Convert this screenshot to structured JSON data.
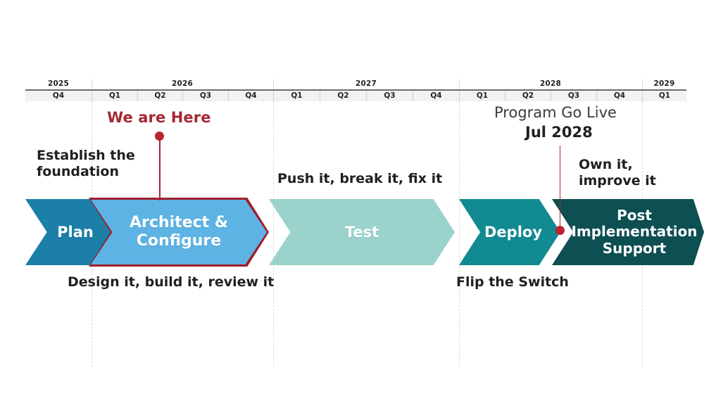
{
  "chart_data": {
    "type": "timeline",
    "title": "",
    "axis": {
      "start": "2025-Q4",
      "end": "2029-Q1",
      "grid": true,
      "years": [
        {
          "label": "2025",
          "quarters": [
            "Q4"
          ]
        },
        {
          "label": "2026",
          "quarters": [
            "Q1",
            "Q2",
            "Q3",
            "Q4"
          ]
        },
        {
          "label": "2027",
          "quarters": [
            "Q1",
            "Q2",
            "Q3",
            "Q4"
          ]
        },
        {
          "label": "2028",
          "quarters": [
            "Q1",
            "Q2",
            "Q3",
            "Q4"
          ]
        },
        {
          "label": "2029",
          "quarters": [
            "Q1"
          ]
        }
      ]
    },
    "phases": [
      {
        "label": "Plan",
        "start": "2025-Q4",
        "end": "2026-Q1",
        "color": "#1b7fa8",
        "text_color": "#ffffff",
        "highlighted": false,
        "caption_above": "Establish the\nfoundation",
        "caption_below": ""
      },
      {
        "label": "Architect &\nConfigure",
        "start": "2026-Q1",
        "end": "2026-Q4",
        "color": "#5cb3e4",
        "text_color": "#ffffff",
        "highlighted": true,
        "highlight_color": "#9e1f2a",
        "caption_above": "",
        "caption_below": "Design it, build it, review it"
      },
      {
        "label": "Test",
        "start": "2027-Q1",
        "end": "2027-Q4",
        "color": "#9ad3cb",
        "text_color": "#ffffff",
        "highlighted": false,
        "caption_above": "Push it, break it, fix it",
        "caption_below": ""
      },
      {
        "label": "Deploy",
        "start": "2028-Q1",
        "end": "2028-Q2",
        "color": "#128a91",
        "text_color": "#ffffff",
        "highlighted": false,
        "caption_above": "",
        "caption_below": "Flip the Switch"
      },
      {
        "label": "Post\nImplementation\nSupport",
        "start": "2028-Q3",
        "end": "2029-Q1",
        "color": "#0d4f52",
        "text_color": "#ffffff",
        "highlighted": false,
        "caption_above": "Own it,\nimprove it",
        "caption_below": ""
      }
    ],
    "markers": [
      {
        "name": "we-are-here",
        "label": "We are Here",
        "at": "2026-Q2",
        "color": "#a52833",
        "style": "dot-top"
      },
      {
        "name": "program-go-live",
        "title": "Program Go Live",
        "date": "Jul 2028",
        "at": "2028-Q3",
        "color": "#a52833",
        "style": "dot-bottom"
      }
    ],
    "legend": []
  },
  "timeline": {
    "years": [
      {
        "label": "2025"
      },
      {
        "label": "2026"
      },
      {
        "label": "2027"
      },
      {
        "label": "2028"
      },
      {
        "label": "2029"
      }
    ],
    "quarters": [
      {
        "label": "Q4"
      },
      {
        "label": "Q1"
      },
      {
        "label": "Q2"
      },
      {
        "label": "Q3"
      },
      {
        "label": "Q4"
      },
      {
        "label": "Q1"
      },
      {
        "label": "Q2"
      },
      {
        "label": "Q3"
      },
      {
        "label": "Q4"
      },
      {
        "label": "Q1"
      },
      {
        "label": "Q2"
      },
      {
        "label": "Q3"
      },
      {
        "label": "Q4"
      },
      {
        "label": "Q1"
      }
    ]
  },
  "phases": {
    "plan": {
      "label": "Plan"
    },
    "architect": {
      "label": "Architect &\nConfigure"
    },
    "test": {
      "label": "Test"
    },
    "deploy": {
      "label": "Deploy"
    },
    "post": {
      "label": "Post\nImplementation\nSupport"
    }
  },
  "captions": {
    "establish": "Establish the\nfoundation",
    "design": "Design it, build it, review it",
    "push": "Push it, break it, fix it",
    "flip": "Flip the Switch",
    "own": "Own it,\nimprove it"
  },
  "markers": {
    "we_are_here": "We are Here",
    "go_live_title": "Program Go Live",
    "go_live_date": "Jul 2028"
  },
  "colors": {
    "plan": "#1b7fa8",
    "architect": "#5cb3e4",
    "architect_border": "#9e1f2a",
    "test": "#9ad3cb",
    "deploy": "#128a91",
    "post": "#0d4f52",
    "marker": "#a52833",
    "text": "#231f20"
  }
}
